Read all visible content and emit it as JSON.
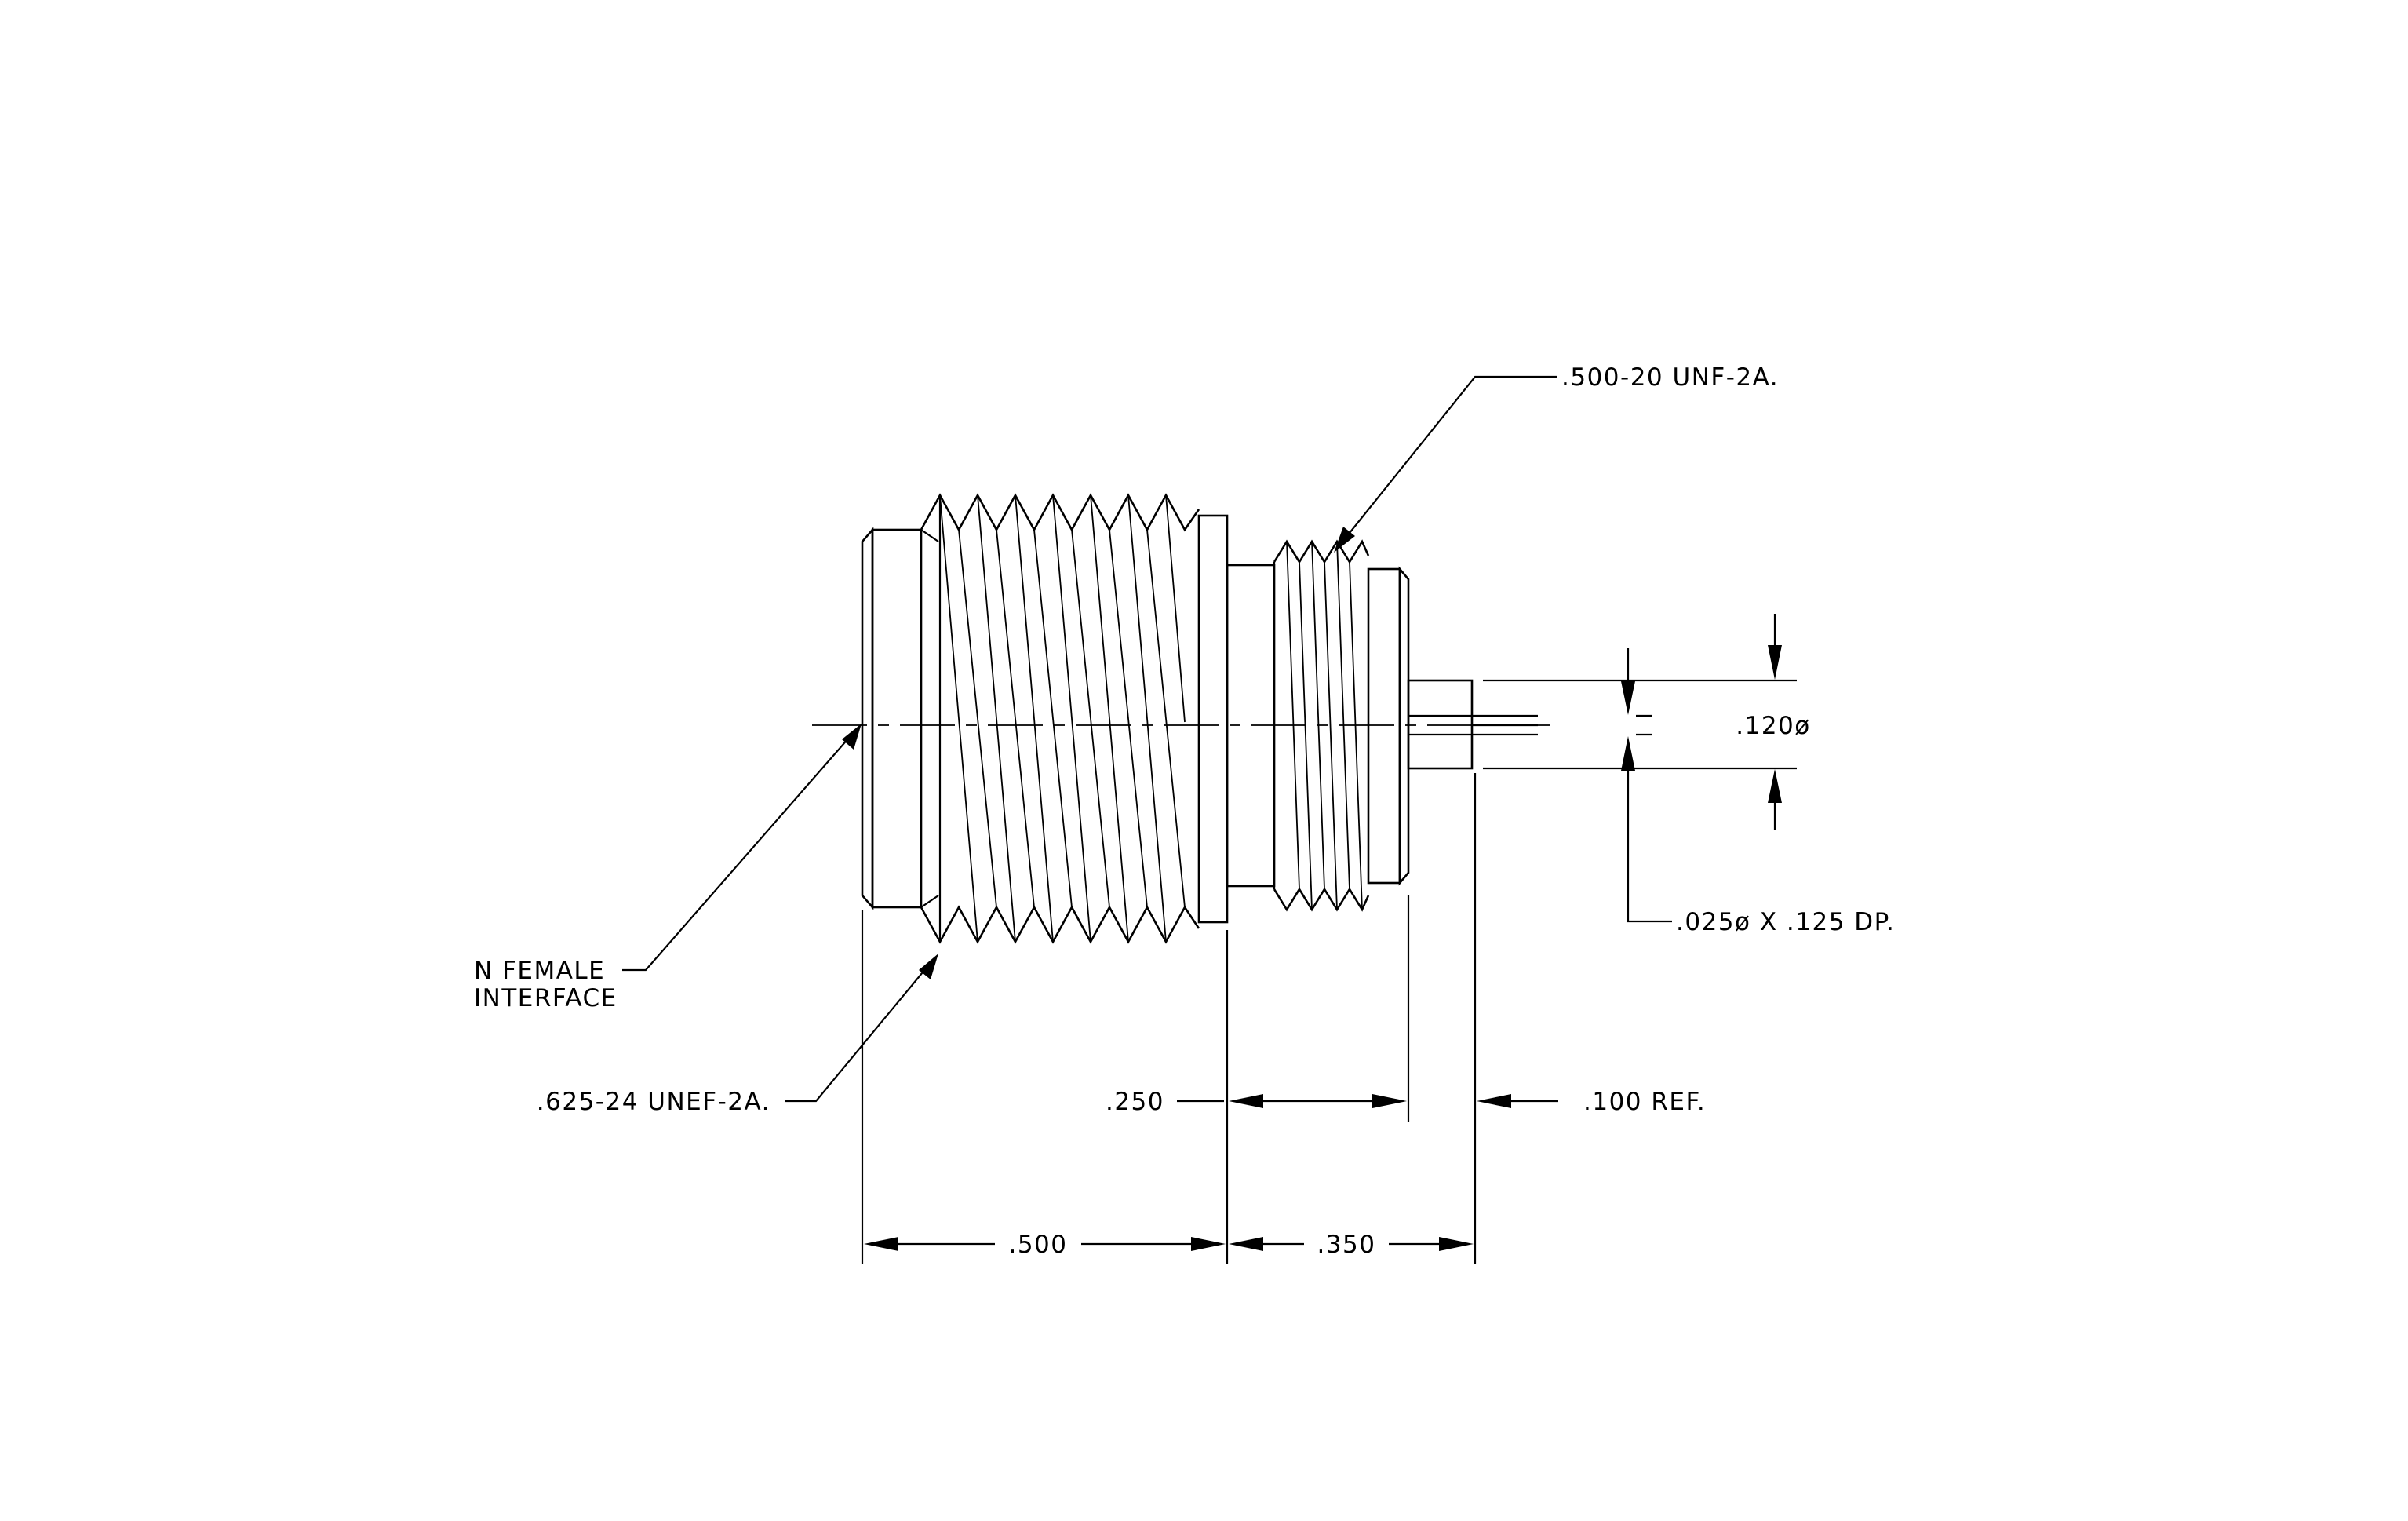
{
  "labels": {
    "thread_small": ".500-20 UNF-2A.",
    "thread_large": ".625-24 UNEF-2A.",
    "interface_line1": "N FEMALE",
    "interface_line2": "INTERFACE",
    "pin_diameter": ".120ø",
    "hole_callout": ".025ø X .125 DP.",
    "dim_250": ".250",
    "dim_100_ref": ".100 REF.",
    "dim_500": ".500",
    "dim_350": ".350"
  }
}
